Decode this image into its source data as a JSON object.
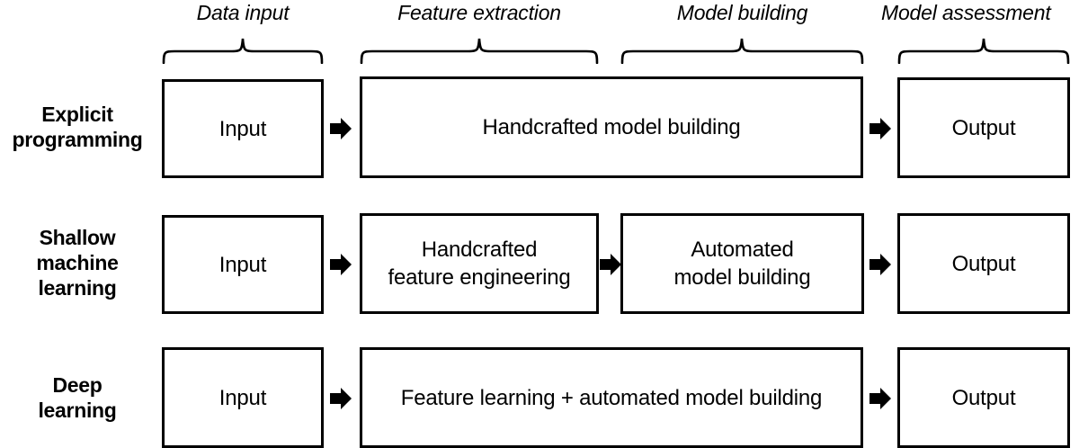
{
  "diagram": {
    "title_implicit": "Machine learning paradigms pipeline comparison",
    "column_headers": [
      {
        "label": "Data input",
        "name": "data-input"
      },
      {
        "label": "Feature extraction",
        "name": "feature-extraction"
      },
      {
        "label": "Model building",
        "name": "model-building"
      },
      {
        "label": "Model assessment",
        "name": "model-assessment"
      }
    ],
    "row_labels": [
      {
        "lines": [
          "Explicit",
          "programming"
        ]
      },
      {
        "lines": [
          "Shallow",
          "machine",
          "learning"
        ]
      },
      {
        "lines": [
          "Deep",
          "learning"
        ]
      }
    ],
    "rows": [
      {
        "name": "explicit-programming",
        "boxes": [
          {
            "label": "Input"
          },
          {
            "label": "Handcrafted model building"
          },
          {
            "label": "Output"
          }
        ]
      },
      {
        "name": "shallow-machine-learning",
        "boxes": [
          {
            "label": "Input"
          },
          {
            "label": "Handcrafted\nfeature engineering"
          },
          {
            "label": "Automated\nmodel building"
          },
          {
            "label": "Output"
          }
        ]
      },
      {
        "name": "deep-learning",
        "boxes": [
          {
            "label": "Input"
          },
          {
            "label": "Feature learning + automated model building"
          },
          {
            "label": "Output"
          }
        ]
      }
    ],
    "icons": {
      "arrow": "right-arrow-icon",
      "brace": "curly-brace-icon"
    },
    "colors": {
      "stroke": "#000000",
      "fill": "#ffffff",
      "text": "#000000"
    }
  }
}
